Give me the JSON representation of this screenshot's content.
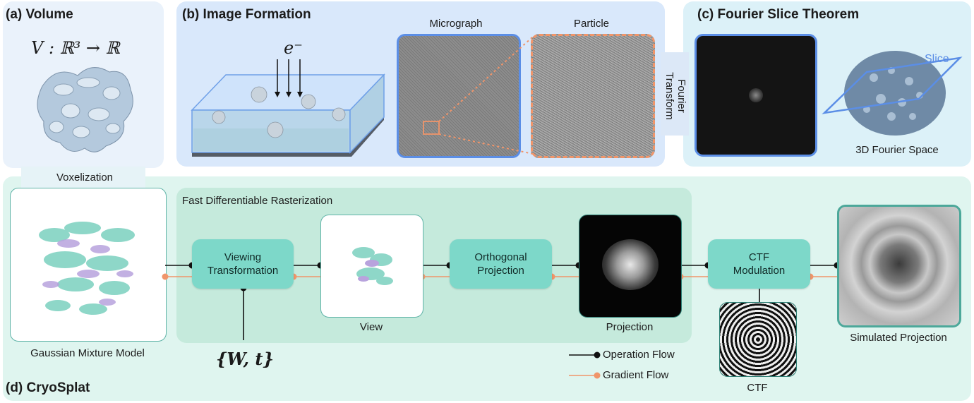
{
  "panel_a": {
    "title": "(a) Volume",
    "formula": "V : ℝ³ → ℝ",
    "connector_label": "Voxelization"
  },
  "panel_b": {
    "title": "(b) Image Formation",
    "electron_label": "e⁻",
    "micrograph_label": "Micrograph",
    "particle_label": "Particle"
  },
  "fourier_transform_label": "Fourier Transform",
  "fourier_transform_lines": [
    "Fourier",
    "Transform"
  ],
  "panel_c": {
    "title": "(c) Fourier Slice Theorem",
    "slice_label": "Slice",
    "space_label": "3D Fourier Space"
  },
  "panel_d": {
    "title": "(d) CryoSplat",
    "gmm_label": "Gaussian Mixture Model",
    "raster_title": "Fast  Differentiable Rasterization",
    "viewing_box": "Viewing Transformation",
    "viewing_box_lines": [
      "Viewing",
      "Transformation"
    ],
    "view_label": "View",
    "ortho_box": "Orthogonal Projection",
    "ortho_box_lines": [
      "Orthogonal",
      "Projection"
    ],
    "projection_label": "Projection",
    "ctf_box": "CTF Modulation",
    "ctf_box_lines": [
      "CTF",
      "Modulation"
    ],
    "ctf_label": "CTF",
    "simulated_label": "Simulated Projection",
    "pose_params": "{W, t}",
    "legend": {
      "operation": "Operation Flow",
      "gradient": "Gradient Flow"
    }
  },
  "colors": {
    "panel_a_bg": "#eaf2fb",
    "panel_b_bg": "#d9e8fb",
    "panel_c_bg": "#dcf1f8",
    "panel_d_bg": "#dff5ef",
    "raster_bg": "#c5eadc",
    "box_fill": "#7dd8c9",
    "operation_flow": "#111111",
    "gradient_flow": "#f0956a",
    "slice_blue": "#5b8ee6"
  }
}
